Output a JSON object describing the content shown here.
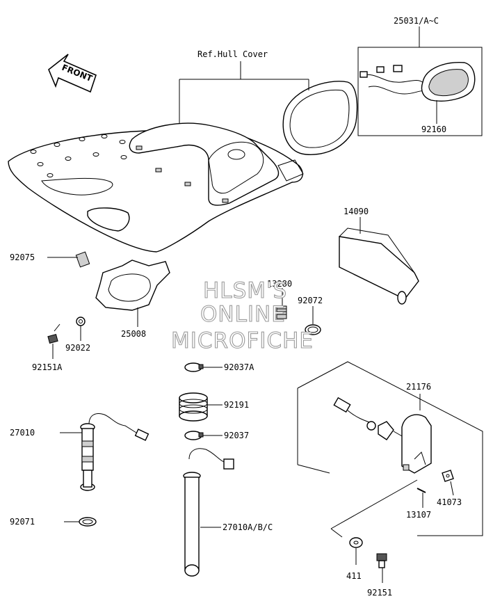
{
  "callouts": {
    "ref_hull_cover": "Ref.Hull Cover",
    "p25031": "25031/A~C",
    "p92160": "92160",
    "p14090": "14090",
    "p92075": "92075",
    "p13280": "13280",
    "p92072": "92072",
    "p25008": "25008",
    "p92022": "92022",
    "p92151A": "92151A",
    "p92037A": "92037A",
    "p92191": "92191",
    "p27010": "27010",
    "p92037": "92037",
    "p21176": "21176",
    "p27010ABC": "27010A/B/C",
    "p92071": "92071",
    "p41073": "41073",
    "p13107": "13107",
    "p411": "411",
    "p92151": "92151"
  },
  "front_arrow": {
    "label": "FRONT"
  },
  "watermark": {
    "line1": "HLSM'S",
    "line2": "ONLINE",
    "line3": "MICROFICHE"
  }
}
